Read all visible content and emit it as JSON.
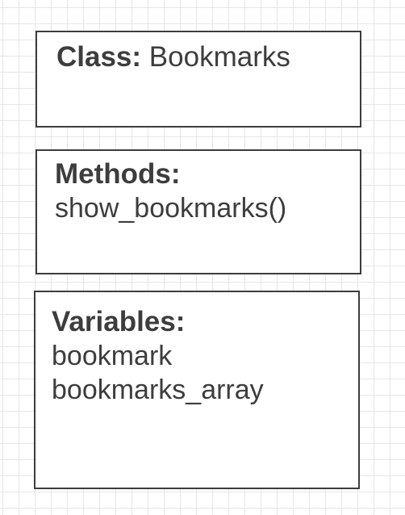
{
  "class_box": {
    "label": "Class:",
    "name": "Bookmarks"
  },
  "methods_box": {
    "label": "Methods:",
    "items": [
      "show_bookmarks()"
    ]
  },
  "variables_box": {
    "label": "Variables:",
    "items": [
      "bookmark",
      "bookmarks_array"
    ]
  }
}
